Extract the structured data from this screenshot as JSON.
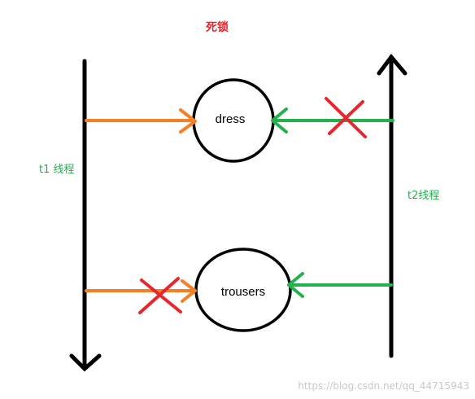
{
  "title": "死锁",
  "threads": {
    "t1": {
      "label": "t1 线程"
    },
    "t2": {
      "label": "t2线程"
    }
  },
  "resources": {
    "dress": {
      "label": "dress"
    },
    "trousers": {
      "label": "trousers"
    }
  },
  "watermark": "https://blog.csdn.net/qq_44715943",
  "colors": {
    "title": "#e8262d",
    "thread_label": "#22b14c",
    "t1_arrow": "#f47f24",
    "t2_arrow": "#22b14c",
    "cross": "#e8262d",
    "line": "#000000"
  }
}
